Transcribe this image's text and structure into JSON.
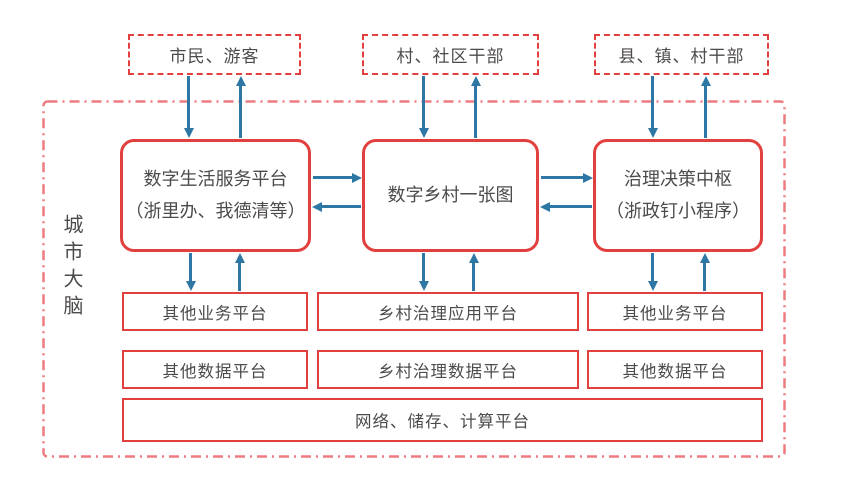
{
  "colors": {
    "box_border": "#e2403e",
    "outer_border": "#ee7b80",
    "arrow": "#2e77a5",
    "text": "#4d4a4a",
    "background": "#ffffff"
  },
  "actors": [
    {
      "label": "市民、游客"
    },
    {
      "label": "村、社区干部"
    },
    {
      "label": "县、镇、村干部"
    }
  ],
  "city_brain": {
    "label": "城市大脑"
  },
  "core_platforms": [
    {
      "label": "数字生活服务平台\n（浙里办、我德清等）"
    },
    {
      "label": "数字乡村一张图"
    },
    {
      "label": "治理决策中枢\n（浙政钉小程序）"
    }
  ],
  "business_platforms": [
    {
      "label": "其他业务平台"
    },
    {
      "label": "乡村治理应用平台"
    },
    {
      "label": "其他业务平台"
    }
  ],
  "data_platforms": [
    {
      "label": "其他数据平台"
    },
    {
      "label": "乡村治理数据平台"
    },
    {
      "label": "其他数据平台"
    }
  ],
  "infrastructure": {
    "label": "网络、储存、计算平台"
  }
}
